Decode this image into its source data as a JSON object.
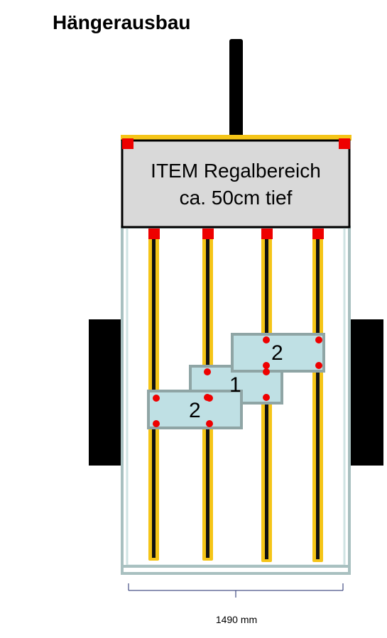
{
  "title": "Hängerausbau",
  "regal": {
    "line1": "ITEM Regalbereich",
    "line2": "ca. 50cm tief"
  },
  "plates": [
    {
      "label": "1"
    },
    {
      "label": "2"
    },
    {
      "label": "2"
    }
  ],
  "dimension": {
    "label": "1490 mm"
  },
  "colors": {
    "frame": "#a8c0c0",
    "frame_inner": "#e8f4f4",
    "rail_outer": "#f5c518",
    "rail_inner": "#111111",
    "regal_fill": "#d9d9d9",
    "plate_fill": "#bfe0e4",
    "plate_border": "#8fa5a5",
    "mount": "#ee0000",
    "dot": "#ee0000",
    "wheel": "#000000",
    "drawbar": "#000000",
    "dim_line": "#1e2a6b"
  }
}
